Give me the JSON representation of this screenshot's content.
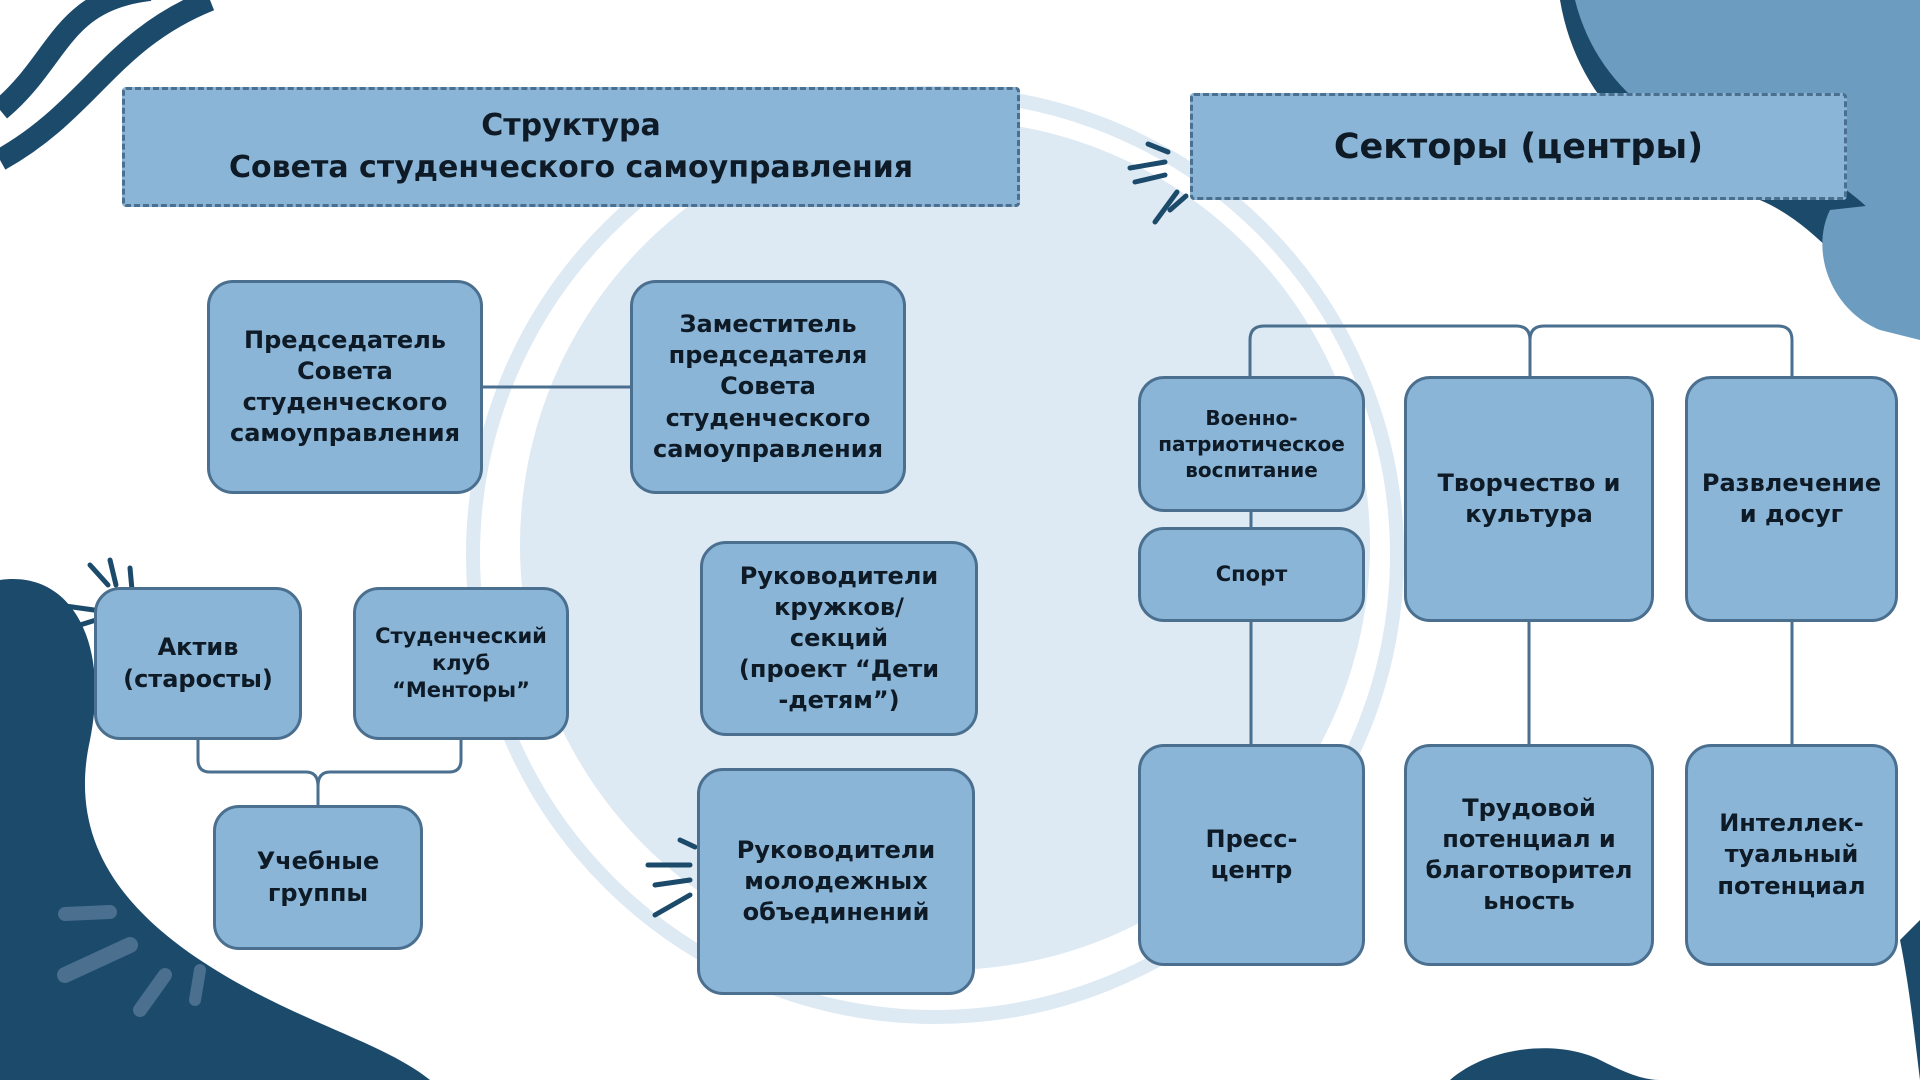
{
  "colors": {
    "box_fill": "#8ab5d6",
    "box_border": "#4a6f8f",
    "connector": "#4a6f8f",
    "dark_blob": "#1b4a6b",
    "mid_blob": "#6d9cc1",
    "circle": "#dde9f3"
  },
  "headers": {
    "structure_line1": "Структура",
    "structure_line2": "Совета студенческого самоуправления",
    "sectors": "Секторы (центры)"
  },
  "nodes": {
    "chairman": "Председатель\nСовета\nстуденческого\nсамоуправления",
    "deputy": "Заместитель\nпредседателя\nСовета\nстуденческого\nсамоуправления",
    "activ": "Актив\n(старосты)",
    "mentors_club": "Студенческий\nклуб\n“Менторы”",
    "study_groups": "Учебные\nгруппы",
    "circle_leaders": "Руководители\nкружков/\nсекций\n(проект “Дети\n-детям”)",
    "youth_leaders": "Руководители\nмолодежных\nобъединений",
    "military": "Военно-\nпатриотическое\nвоспитание",
    "sport": "Спорт",
    "creativity": "Творчество и\nкультура",
    "entertainment": "Развлечение\nи досуг",
    "press": "Пресс-\nцентр",
    "labor": "Трудовой\nпотенциал и\nблаготворител\nьность",
    "intellect": "Интеллек-\nтуальный\nпотенциал"
  }
}
